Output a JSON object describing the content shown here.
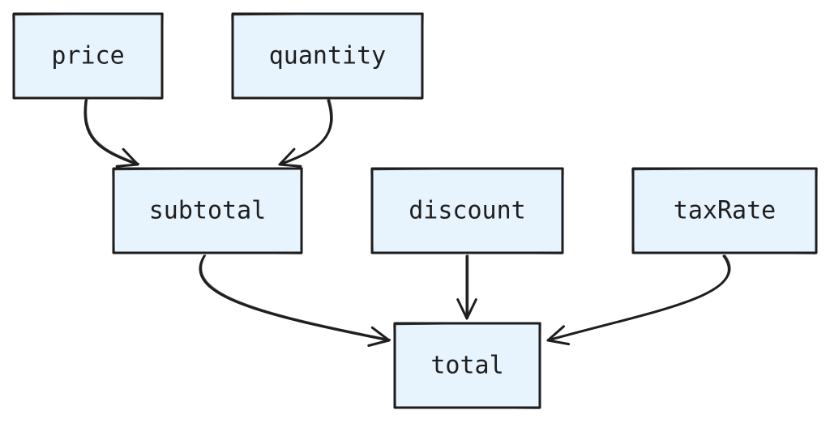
{
  "diagram": {
    "colors": {
      "node_fill": "#e7f3fd",
      "stroke": "#1e1e1e",
      "background": "#ffffff"
    },
    "nodes": [
      {
        "id": "price",
        "label": "price"
      },
      {
        "id": "quantity",
        "label": "quantity"
      },
      {
        "id": "subtotal",
        "label": "subtotal"
      },
      {
        "id": "discount",
        "label": "discount"
      },
      {
        "id": "taxRate",
        "label": "taxRate"
      },
      {
        "id": "total",
        "label": "total"
      }
    ],
    "edges": [
      {
        "from": "price",
        "to": "subtotal"
      },
      {
        "from": "quantity",
        "to": "subtotal"
      },
      {
        "from": "subtotal",
        "to": "total"
      },
      {
        "from": "discount",
        "to": "total"
      },
      {
        "from": "taxRate",
        "to": "total"
      }
    ]
  }
}
